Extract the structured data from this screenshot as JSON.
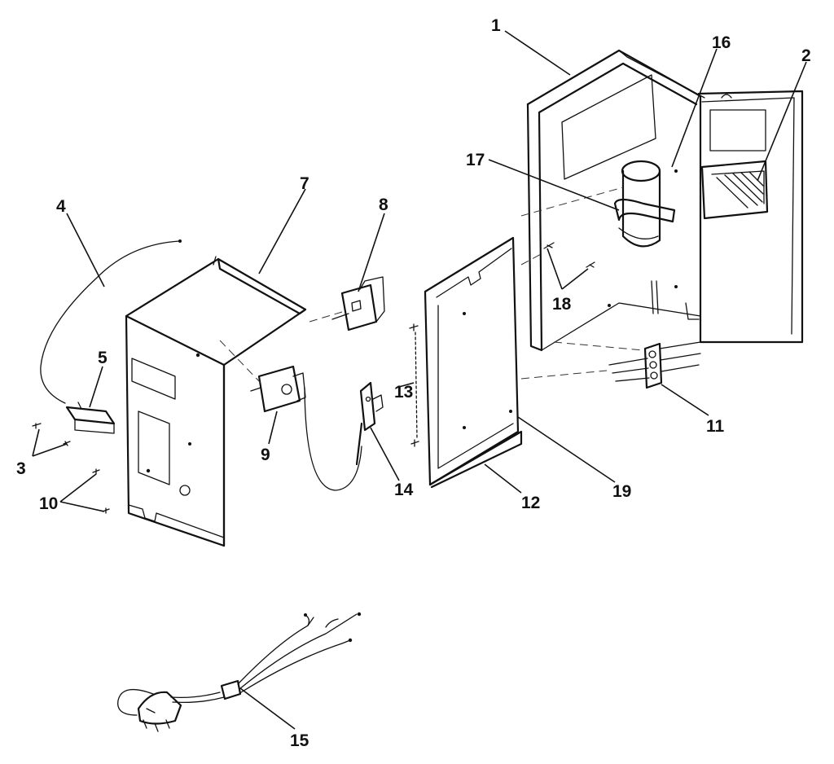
{
  "callouts": {
    "c1": "1",
    "c2": "2",
    "c3": "3",
    "c4": "4",
    "c5": "5",
    "c7": "7",
    "c8": "8",
    "c9": "9",
    "c10": "10",
    "c11": "11",
    "c12": "12",
    "c13": "13",
    "c14": "14",
    "c15": "15",
    "c16": "16",
    "c17": "17",
    "c18": "18",
    "c19": "19"
  }
}
